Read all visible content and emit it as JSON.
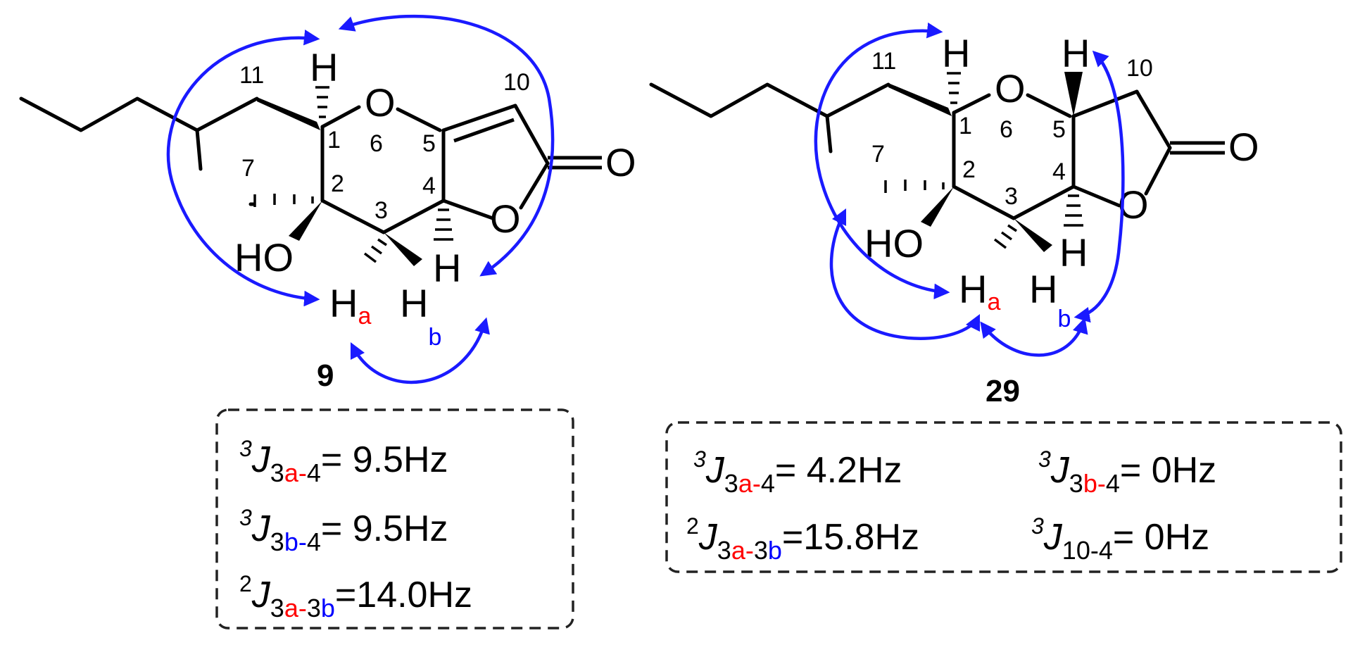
{
  "compounds": [
    {
      "id": "9",
      "atom_labels": {
        "H1": "H",
        "O_ring": "O",
        "O_lactone": "O",
        "O_carbonyl": "O",
        "HO": "HO",
        "Ha_H": "H",
        "Ha_sub": "a",
        "Hb_H": "H",
        "Hb_sub": "b",
        "H4": "H"
      },
      "numbers": {
        "n11": "11",
        "n10": "10",
        "n1": "1",
        "n2": "2",
        "n3": "3",
        "n4": "4",
        "n5": "5",
        "n6": "6",
        "n7": "7"
      },
      "couplings": [
        {
          "sup": "3",
          "J": "J",
          "sub_a": "3",
          "sub_b": "a-",
          "sub_c": "4",
          "value": "= 9.5Hz"
        },
        {
          "sup": "3",
          "J": "J",
          "sub_a": "3",
          "sub_b": "b-",
          "sub_c": "4",
          "value": "= 9.5Hz"
        },
        {
          "sup": "2",
          "J": "J",
          "sub_a": "3",
          "sub_b": "a-",
          "sub_c": "3",
          "sub_d": "b",
          "value": "=14.0Hz"
        }
      ]
    },
    {
      "id": "29",
      "atom_labels": {
        "H1": "H",
        "O_ring": "O",
        "H5": "H",
        "O_lactone": "O",
        "O_carbonyl": "O",
        "HO": "HO",
        "Ha_H": "H",
        "Ha_sub": "a",
        "Hb_H": "H",
        "Hb_sub": "b",
        "H4": "H"
      },
      "numbers": {
        "n11": "11",
        "n10": "10",
        "n1": "1",
        "n2": "2",
        "n3": "3",
        "n4": "4",
        "n5": "5",
        "n6": "6",
        "n7": "7"
      },
      "couplings": [
        {
          "sup": "3",
          "J": "J",
          "sub_a": "3",
          "sub_b": "a-",
          "sub_c": "4",
          "value": "= 4.2Hz"
        },
        {
          "sup": "3",
          "J": "J",
          "sub_a": "3",
          "sub_b": "b-",
          "sub_c": "4",
          "value": "= 0Hz"
        },
        {
          "sup": "2",
          "J": "J",
          "sub_a": "3",
          "sub_b": "a-",
          "sub_c": "3",
          "sub_d": "b",
          "value": "=15.8Hz"
        },
        {
          "sup": "3",
          "J": "J",
          "sub_a": "10-4",
          "value": "= 0Hz"
        }
      ]
    }
  ],
  "colors": {
    "noe_arrow": "#1a1aff",
    "label_a": "#ff0000",
    "label_b": "#0000ff",
    "bond": "#000000"
  }
}
